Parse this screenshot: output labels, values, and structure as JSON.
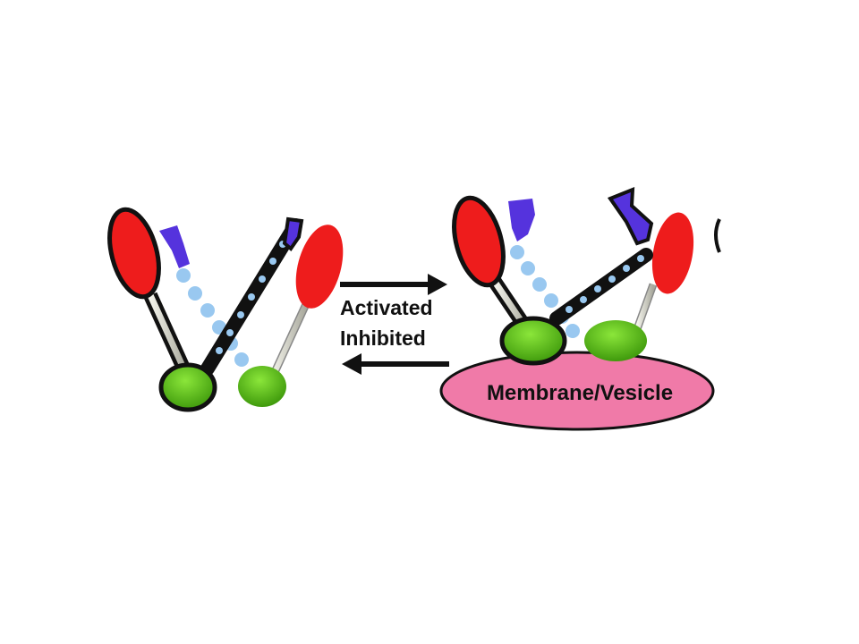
{
  "labels": {
    "activated": "Activated",
    "inhibited": "Inhibited",
    "membrane": "Membrane/Vesicle"
  },
  "colors": {
    "head": "#ee1c1c",
    "base": "#5fc316",
    "linker": "#5533dd",
    "chain_dot": "#99c8f0",
    "membrane": "#f07aa8",
    "stalk": "#d8d8cc"
  }
}
